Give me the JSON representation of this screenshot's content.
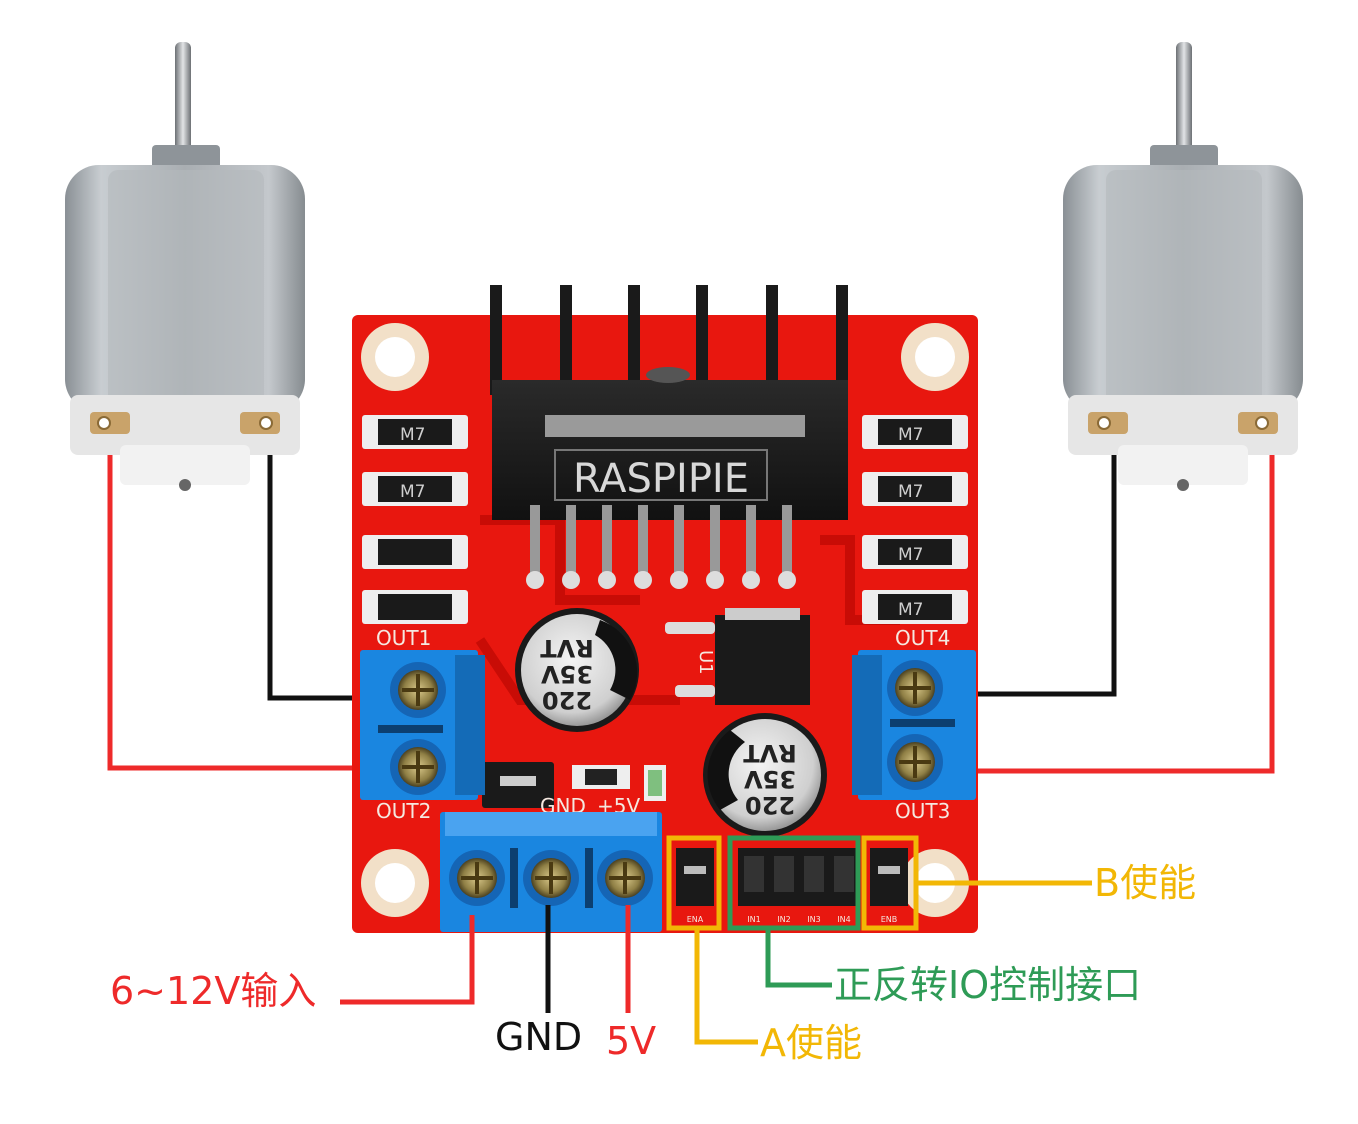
{
  "board": {
    "brand": "RASPIPIE",
    "diode_marking": "M7",
    "capacitor": {
      "line1": "RVT",
      "line2": "35V",
      "line3": "220"
    },
    "terminal_labels": {
      "out1": "OUT1",
      "out2": "OUT2",
      "out3": "OUT3",
      "out4": "OUT4"
    },
    "silk": {
      "gnd": "GND",
      "plus5v": "+5V",
      "u1": "U1"
    },
    "header_pins": [
      "ENA",
      "IN1",
      "IN2",
      "IN3",
      "IN4",
      "ENB"
    ]
  },
  "labels": {
    "power_input": "6~12V输入",
    "gnd": "GND",
    "five_v": "5V",
    "a_enable": "A使能",
    "b_enable": "B使能",
    "io_control": "正反转IO控制接口"
  },
  "colors": {
    "pcb": "#e8170f",
    "terminal": "#1a86e0",
    "wire_red": "#ee2a2a",
    "wire_black": "#111111",
    "enable_box": "#f2b705",
    "io_box": "#2e9b56"
  }
}
